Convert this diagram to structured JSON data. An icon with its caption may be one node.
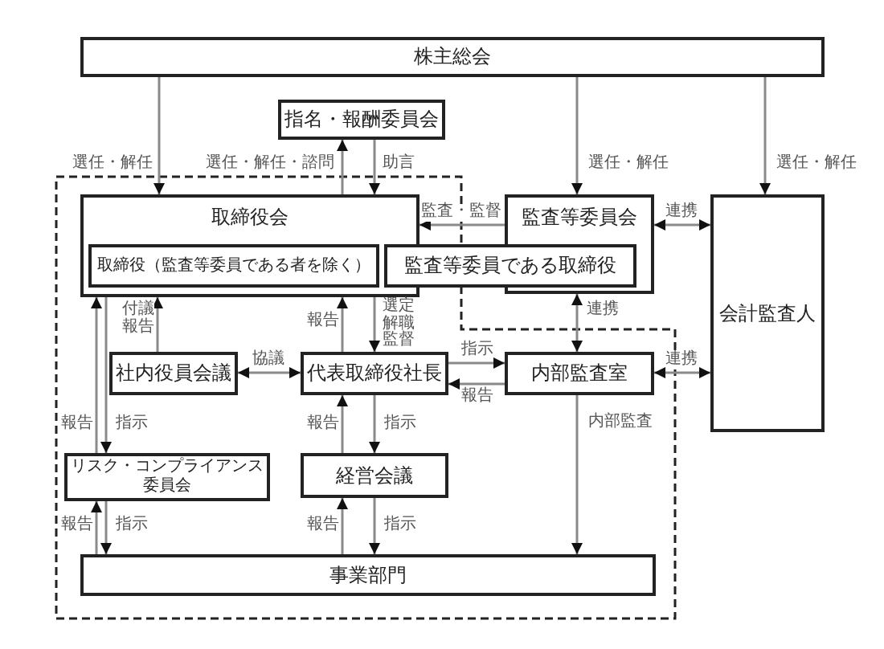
{
  "diagram": {
    "nodes": [
      {
        "text": [
          "株主総会"
        ]
      },
      {
        "text": [
          "指名・報酬委員会"
        ]
      },
      {
        "text": [
          "取締役会"
        ]
      },
      {
        "text": [
          "取締役（監査等委員である者を除く）"
        ],
        "in": 2
      },
      {
        "text": [
          "監査等委員会"
        ]
      },
      {
        "text": [
          "監査等委員である取締役"
        ]
      },
      {
        "text": [
          "会計監査人"
        ]
      },
      {
        "text": [
          "社内役員会議"
        ]
      },
      {
        "text": [
          "代表取締役社長"
        ]
      },
      {
        "text": [
          "内部監査室"
        ]
      },
      {
        "text": [
          "リスク・コンプライアンス委員会"
        ]
      },
      {
        "text": [
          "経営会議"
        ]
      },
      {
        "text": [
          "事業部門"
        ]
      }
    ],
    "edges": [
      {
        "from": 0,
        "to": 2,
        "arrow": "to",
        "label": "選任・解任"
      },
      {
        "from": 0,
        "to": 4,
        "arrow": "to",
        "label": "選任・解任"
      },
      {
        "from": 0,
        "to": 6,
        "arrow": "to",
        "label": "選任・解任"
      },
      {
        "from": 2,
        "to": 1,
        "arrow": "to",
        "label": "選任・解任・諮問"
      },
      {
        "from": 1,
        "to": 2,
        "arrow": "to",
        "label": "助言"
      },
      {
        "from": 4,
        "to": 2,
        "arrow": "to",
        "label": "監査・監督"
      },
      {
        "from": 4,
        "to": 6,
        "arrow": "both",
        "label": "連携"
      },
      {
        "from": 9,
        "to": 4,
        "arrow": "both",
        "label": "連携"
      },
      {
        "from": 9,
        "to": 6,
        "arrow": "both",
        "label": "連携"
      },
      {
        "from": 7,
        "to": 2,
        "arrow": "to",
        "label": "付議報告"
      },
      {
        "from": 8,
        "to": 2,
        "arrow": "to",
        "label": "報告"
      },
      {
        "from": 2,
        "to": 8,
        "arrow": "to",
        "label": "選定解職監督"
      },
      {
        "from": 7,
        "to": 8,
        "arrow": "both",
        "label": "協議"
      },
      {
        "from": 8,
        "to": 9,
        "arrow": "to",
        "label": "指示"
      },
      {
        "from": 9,
        "to": 8,
        "arrow": "to",
        "label": "報告"
      },
      {
        "from": 10,
        "to": 2,
        "arrow": "to",
        "label": "報告"
      },
      {
        "from": 2,
        "to": 10,
        "arrow": "to",
        "label": "指示"
      },
      {
        "from": 11,
        "to": 8,
        "arrow": "to",
        "label": "報告"
      },
      {
        "from": 8,
        "to": 11,
        "arrow": "to",
        "label": "指示"
      },
      {
        "from": 12,
        "to": 10,
        "arrow": "to",
        "label": "報告"
      },
      {
        "from": 10,
        "to": 12,
        "arrow": "to",
        "label": "指示"
      },
      {
        "from": 12,
        "to": 11,
        "arrow": "to",
        "label": "報告"
      },
      {
        "from": 11,
        "to": 12,
        "arrow": "to",
        "label": "指示"
      },
      {
        "from": 9,
        "to": 12,
        "arrow": "to",
        "label": "内部監査"
      }
    ]
  }
}
